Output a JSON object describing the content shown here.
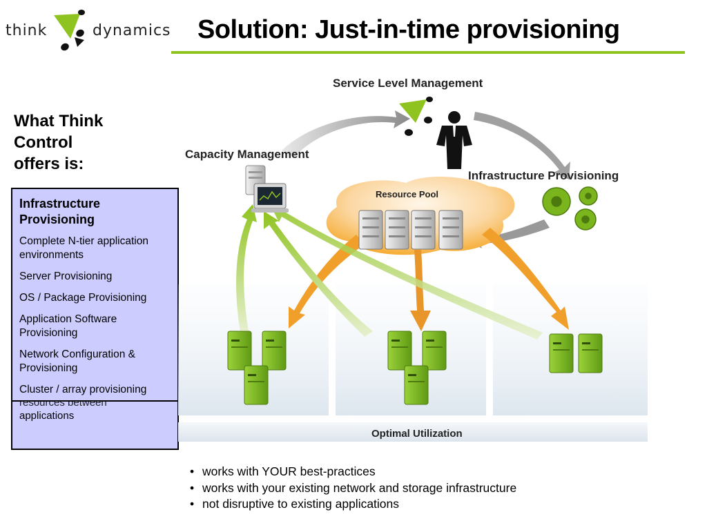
{
  "header": {
    "logo_left": "think",
    "logo_right": "dynamics",
    "title": "Solution: Just-in-time provisioning"
  },
  "intro": {
    "lines": [
      "What Think",
      "Control",
      "offers is:"
    ]
  },
  "feature_box": {
    "title_lines": [
      "Infrastructure",
      "Provisioning"
    ],
    "items": [
      [
        "Complete N-tier application",
        "environments"
      ],
      [
        "Server Provisioning"
      ],
      [
        "OS / Package Provisioning"
      ],
      [
        "Application Software",
        "Provisioning"
      ],
      [
        "Network Configuration &",
        "Provisioning"
      ],
      [
        "Cluster / array provisioning"
      ]
    ],
    "behind_text": [
      "resources between",
      "applications"
    ]
  },
  "diagram": {
    "labels": {
      "service_level": "Service Level Management",
      "capacity": "Capacity Management",
      "infrastructure": "Infrastructure Provisioning",
      "resource_pool": "Resource Pool",
      "optimal": "Optimal Utilization"
    },
    "colors": {
      "accent_green": "#8fc31f",
      "server_green": "#7ab51d",
      "pool_orange": "#f5a623",
      "arrow_gray": "#9a9a9a",
      "box_fill": "#ccccff"
    }
  },
  "bullets": [
    "works with YOUR best-practices",
    "works with your existing network and storage infrastructure",
    "not disruptive to existing applications"
  ]
}
